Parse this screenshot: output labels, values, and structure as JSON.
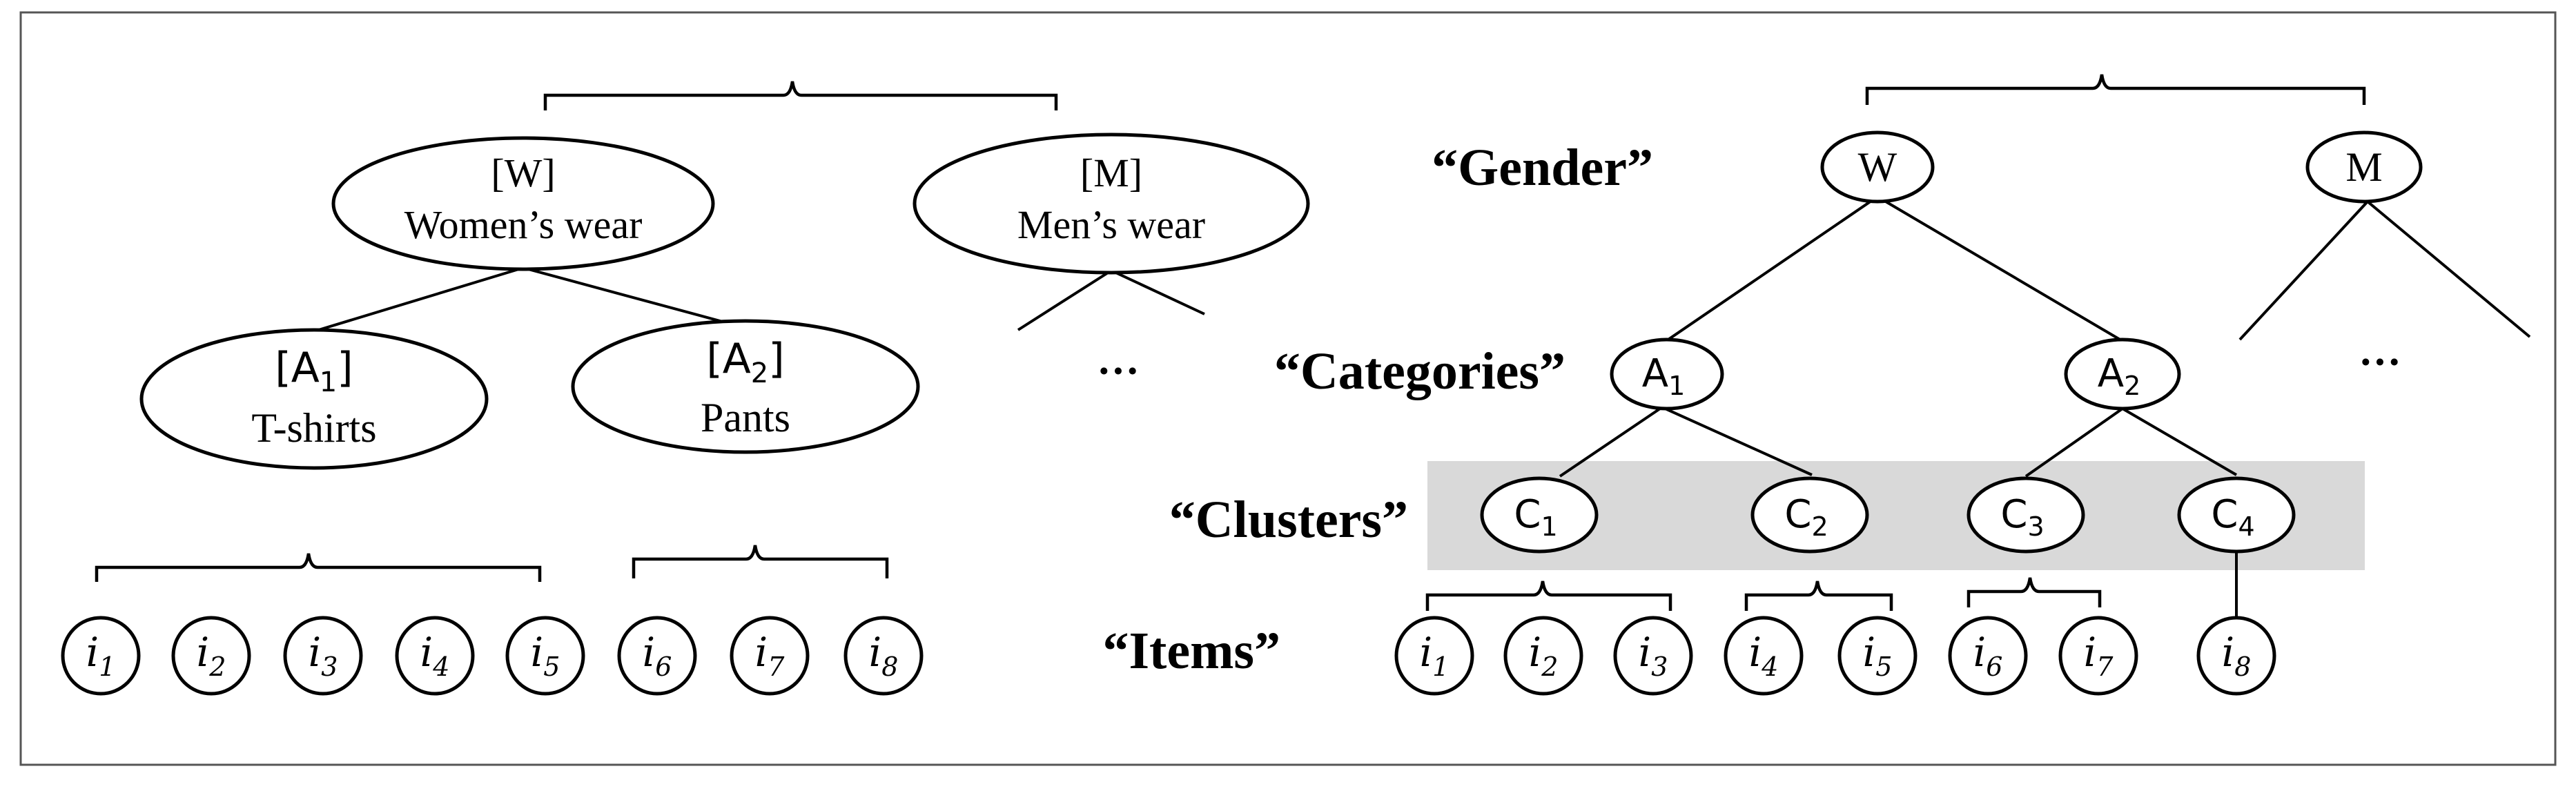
{
  "level_labels": {
    "gender": "“Gender”",
    "categories": "“Categories”",
    "clusters": "“Clusters”",
    "items": "“Items”"
  },
  "left_tree": {
    "gender_nodes": [
      {
        "code": "[W]",
        "name": "Women’s wear"
      },
      {
        "code": "[M]",
        "name": "Men’s wear"
      }
    ],
    "category_nodes": [
      {
        "code_base": "[A",
        "code_sub": "1",
        "code_end": "]",
        "name": "T-shirts"
      },
      {
        "code_base": "[A",
        "code_sub": "2",
        "code_end": "]",
        "name": "Pants"
      }
    ],
    "ellipsis": "···",
    "items": [
      {
        "base": "i",
        "sub": "1"
      },
      {
        "base": "i",
        "sub": "2"
      },
      {
        "base": "i",
        "sub": "3"
      },
      {
        "base": "i",
        "sub": "4"
      },
      {
        "base": "i",
        "sub": "5"
      },
      {
        "base": "i",
        "sub": "6"
      },
      {
        "base": "i",
        "sub": "7"
      },
      {
        "base": "i",
        "sub": "8"
      }
    ]
  },
  "right_tree": {
    "gender_nodes": [
      "W",
      "M"
    ],
    "category_nodes": [
      {
        "base": "A",
        "sub": "1"
      },
      {
        "base": "A",
        "sub": "2"
      }
    ],
    "cluster_nodes": [
      {
        "base": "C",
        "sub": "1"
      },
      {
        "base": "C",
        "sub": "2"
      },
      {
        "base": "C",
        "sub": "3"
      },
      {
        "base": "C",
        "sub": "4"
      }
    ],
    "ellipsis": "···",
    "items": [
      {
        "base": "i",
        "sub": "1"
      },
      {
        "base": "i",
        "sub": "2"
      },
      {
        "base": "i",
        "sub": "3"
      },
      {
        "base": "i",
        "sub": "4"
      },
      {
        "base": "i",
        "sub": "5"
      },
      {
        "base": "i",
        "sub": "6"
      },
      {
        "base": "i",
        "sub": "7"
      },
      {
        "base": "i",
        "sub": "8"
      }
    ]
  },
  "colors": {
    "cluster_band": "#d9d9d9",
    "stroke": "#000000",
    "frame": "#555555"
  }
}
